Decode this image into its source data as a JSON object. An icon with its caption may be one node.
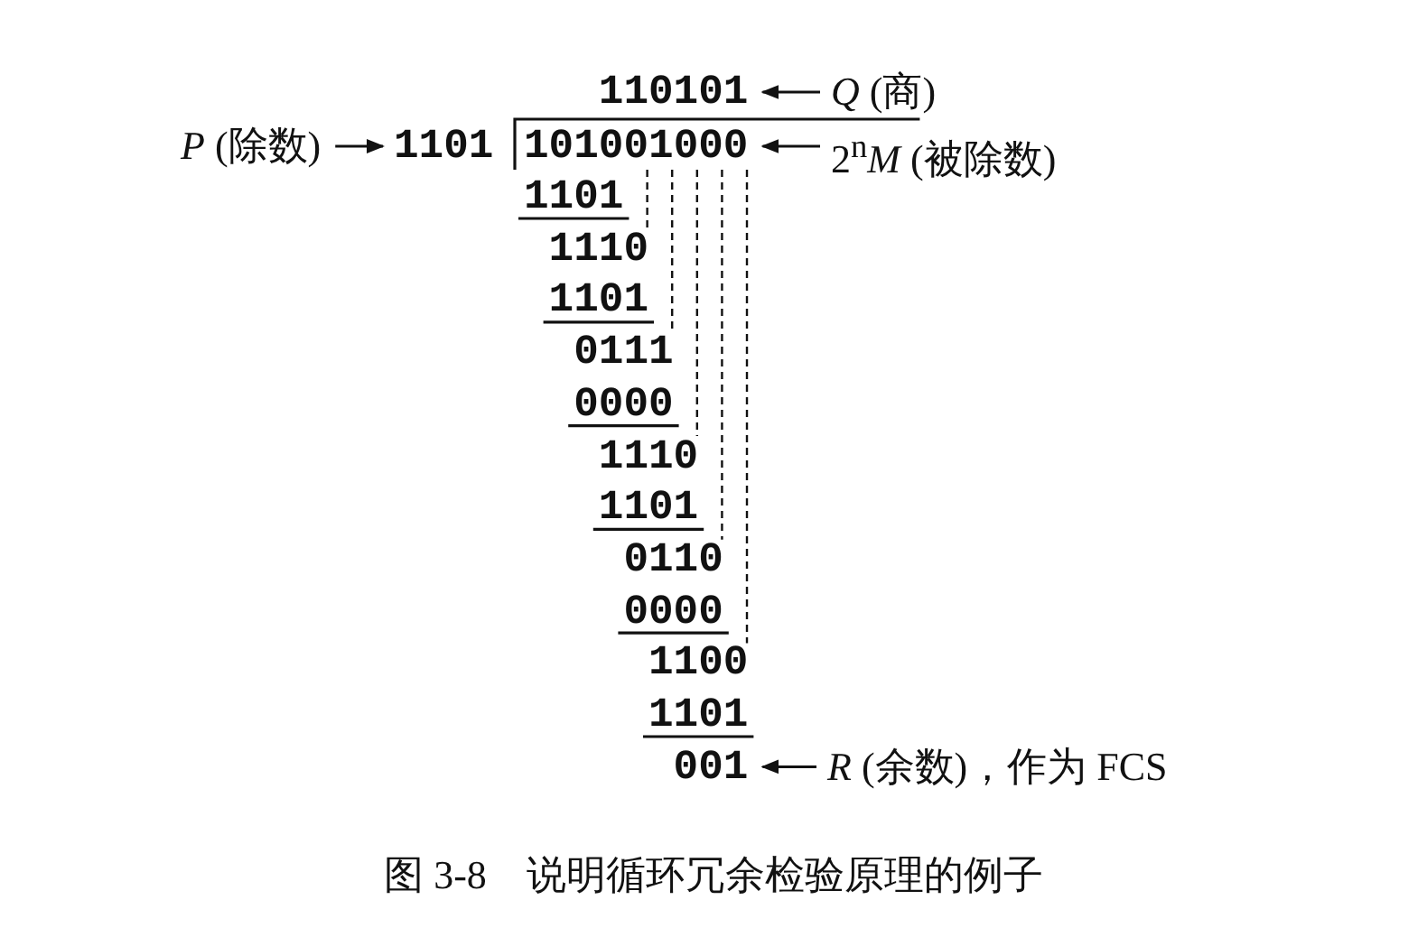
{
  "diagram": {
    "caption": "图 3-8　说明循环冗余检验原理的例子",
    "nodes": [
      {
        "text": [
          "110101"
        ]
      },
      {
        "text": [
          "*Q* (商)"
        ]
      },
      {
        "text": [
          "*P* (除数)"
        ]
      },
      {
        "text": [
          "1101"
        ]
      },
      {
        "text": [
          "101001000"
        ]
      },
      {
        "text": [
          "2$^{n}$*M* (被除数)"
        ]
      },
      {
        "text": [
          "001"
        ]
      },
      {
        "text": [
          "*R* (余数)，作为 FCS"
        ]
      }
    ],
    "edges": [
      {
        "from": 1,
        "to": 0,
        "arrow": "to"
      },
      {
        "from": 2,
        "to": 3,
        "arrow": "to"
      },
      {
        "from": 5,
        "to": 4,
        "arrow": "to"
      },
      {
        "from": 7,
        "to": 6,
        "arrow": "to"
      }
    ],
    "labels": [
      "1101",
      "1110",
      "1101",
      "0111",
      "0000",
      "1110",
      "1101",
      "0110",
      "0000",
      "1100",
      "1101"
    ]
  }
}
